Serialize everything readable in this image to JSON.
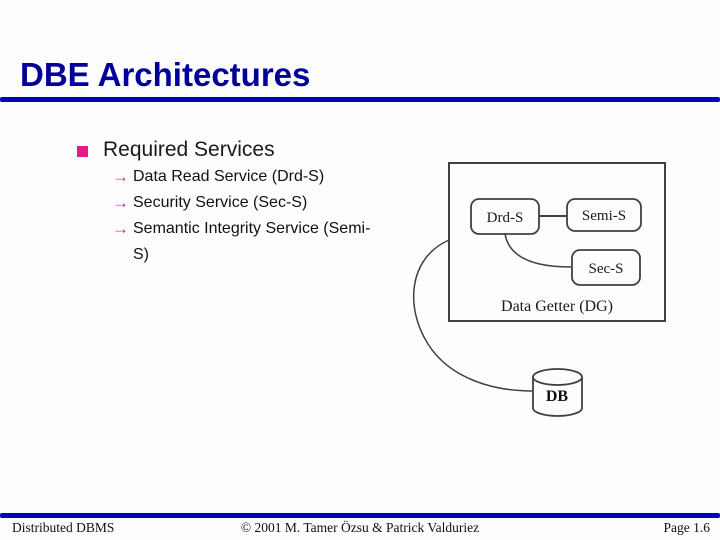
{
  "slide": {
    "title": "DBE Architectures",
    "bullet_label": "Required Services",
    "sub_items": [
      {
        "marker": "→",
        "lines": [
          "Data Read Service (Drd-S)"
        ]
      },
      {
        "marker": "→",
        "lines": [
          "Security Service (Sec-S)"
        ]
      },
      {
        "marker": "→",
        "lines": [
          "Semantic Integrity Service (Semi-",
          "S)"
        ]
      }
    ]
  },
  "diagram": {
    "container_label": "Data Getter  (DG)",
    "nodes": [
      {
        "id": "drd-s",
        "label": "Drd-S"
      },
      {
        "id": "semi-s",
        "label": "Semi-S"
      },
      {
        "id": "sec-s",
        "label": "Sec-S"
      }
    ],
    "database_label": "DB",
    "connections": [
      "Drd-S to Semi-S",
      "Drd-S to Sec-S",
      "Data Getter box to DB"
    ]
  },
  "footer": {
    "left": "Distributed DBMS",
    "center": "© 2001 M. Tamer Özsu & Patrick Valduriez",
    "right": "Page 1.6"
  },
  "colors": {
    "title": "#000099",
    "rule_blue": "#0000c0",
    "bullet_pink": "#e8188c",
    "arrow_magenta": "#c03399",
    "diagram_stroke": "#404040"
  }
}
